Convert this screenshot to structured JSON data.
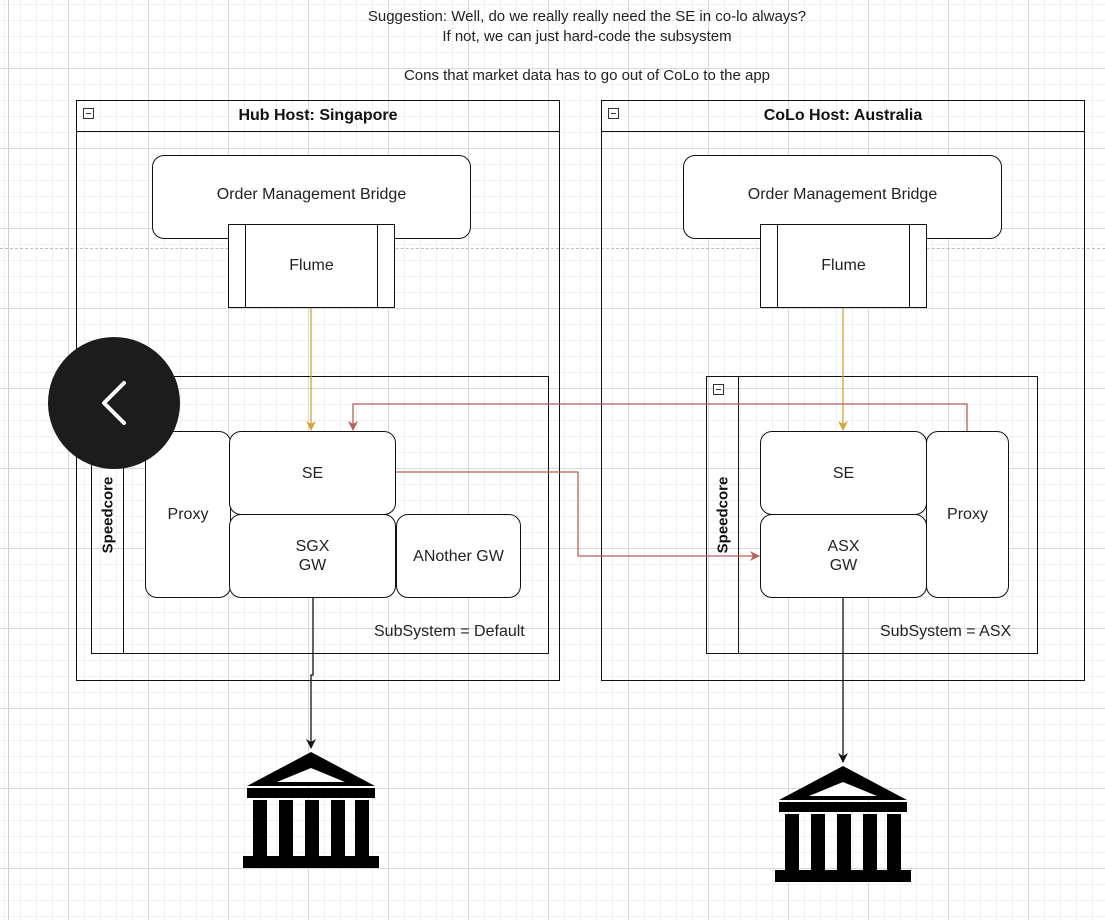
{
  "notes": {
    "line1": "Suggestion: Well, do we really really need the SE in co-lo always?",
    "line2": "If not, we can just hard-code the subsystem",
    "line3": "Cons that market data has to go out of CoLo to the app"
  },
  "hub": {
    "title": "Hub Host: Singapore",
    "omb": "Order Management Bridge",
    "flume": "Flume",
    "speedcore": "Speedcore",
    "proxy": "Proxy",
    "se": "SE",
    "gw_line1": "SGX",
    "gw_line2": "GW",
    "another_gw": "ANother GW",
    "subsystem": "SubSystem = Default"
  },
  "colo": {
    "title": "CoLo Host: Australia",
    "omb": "Order Management Bridge",
    "flume": "Flume",
    "speedcore": "Speedcore",
    "proxy": "Proxy",
    "se": "SE",
    "gw_line1": "ASX",
    "gw_line2": "GW",
    "subsystem": "SubSystem = ASX"
  },
  "colors": {
    "flume_arrow": "#d4a33a",
    "link_arrow": "#b5625a",
    "stroke": "#111111",
    "back_button": "#1c1c1c"
  },
  "icons": {
    "exchange": "bank-building-icon",
    "back": "chevron-left-icon"
  }
}
